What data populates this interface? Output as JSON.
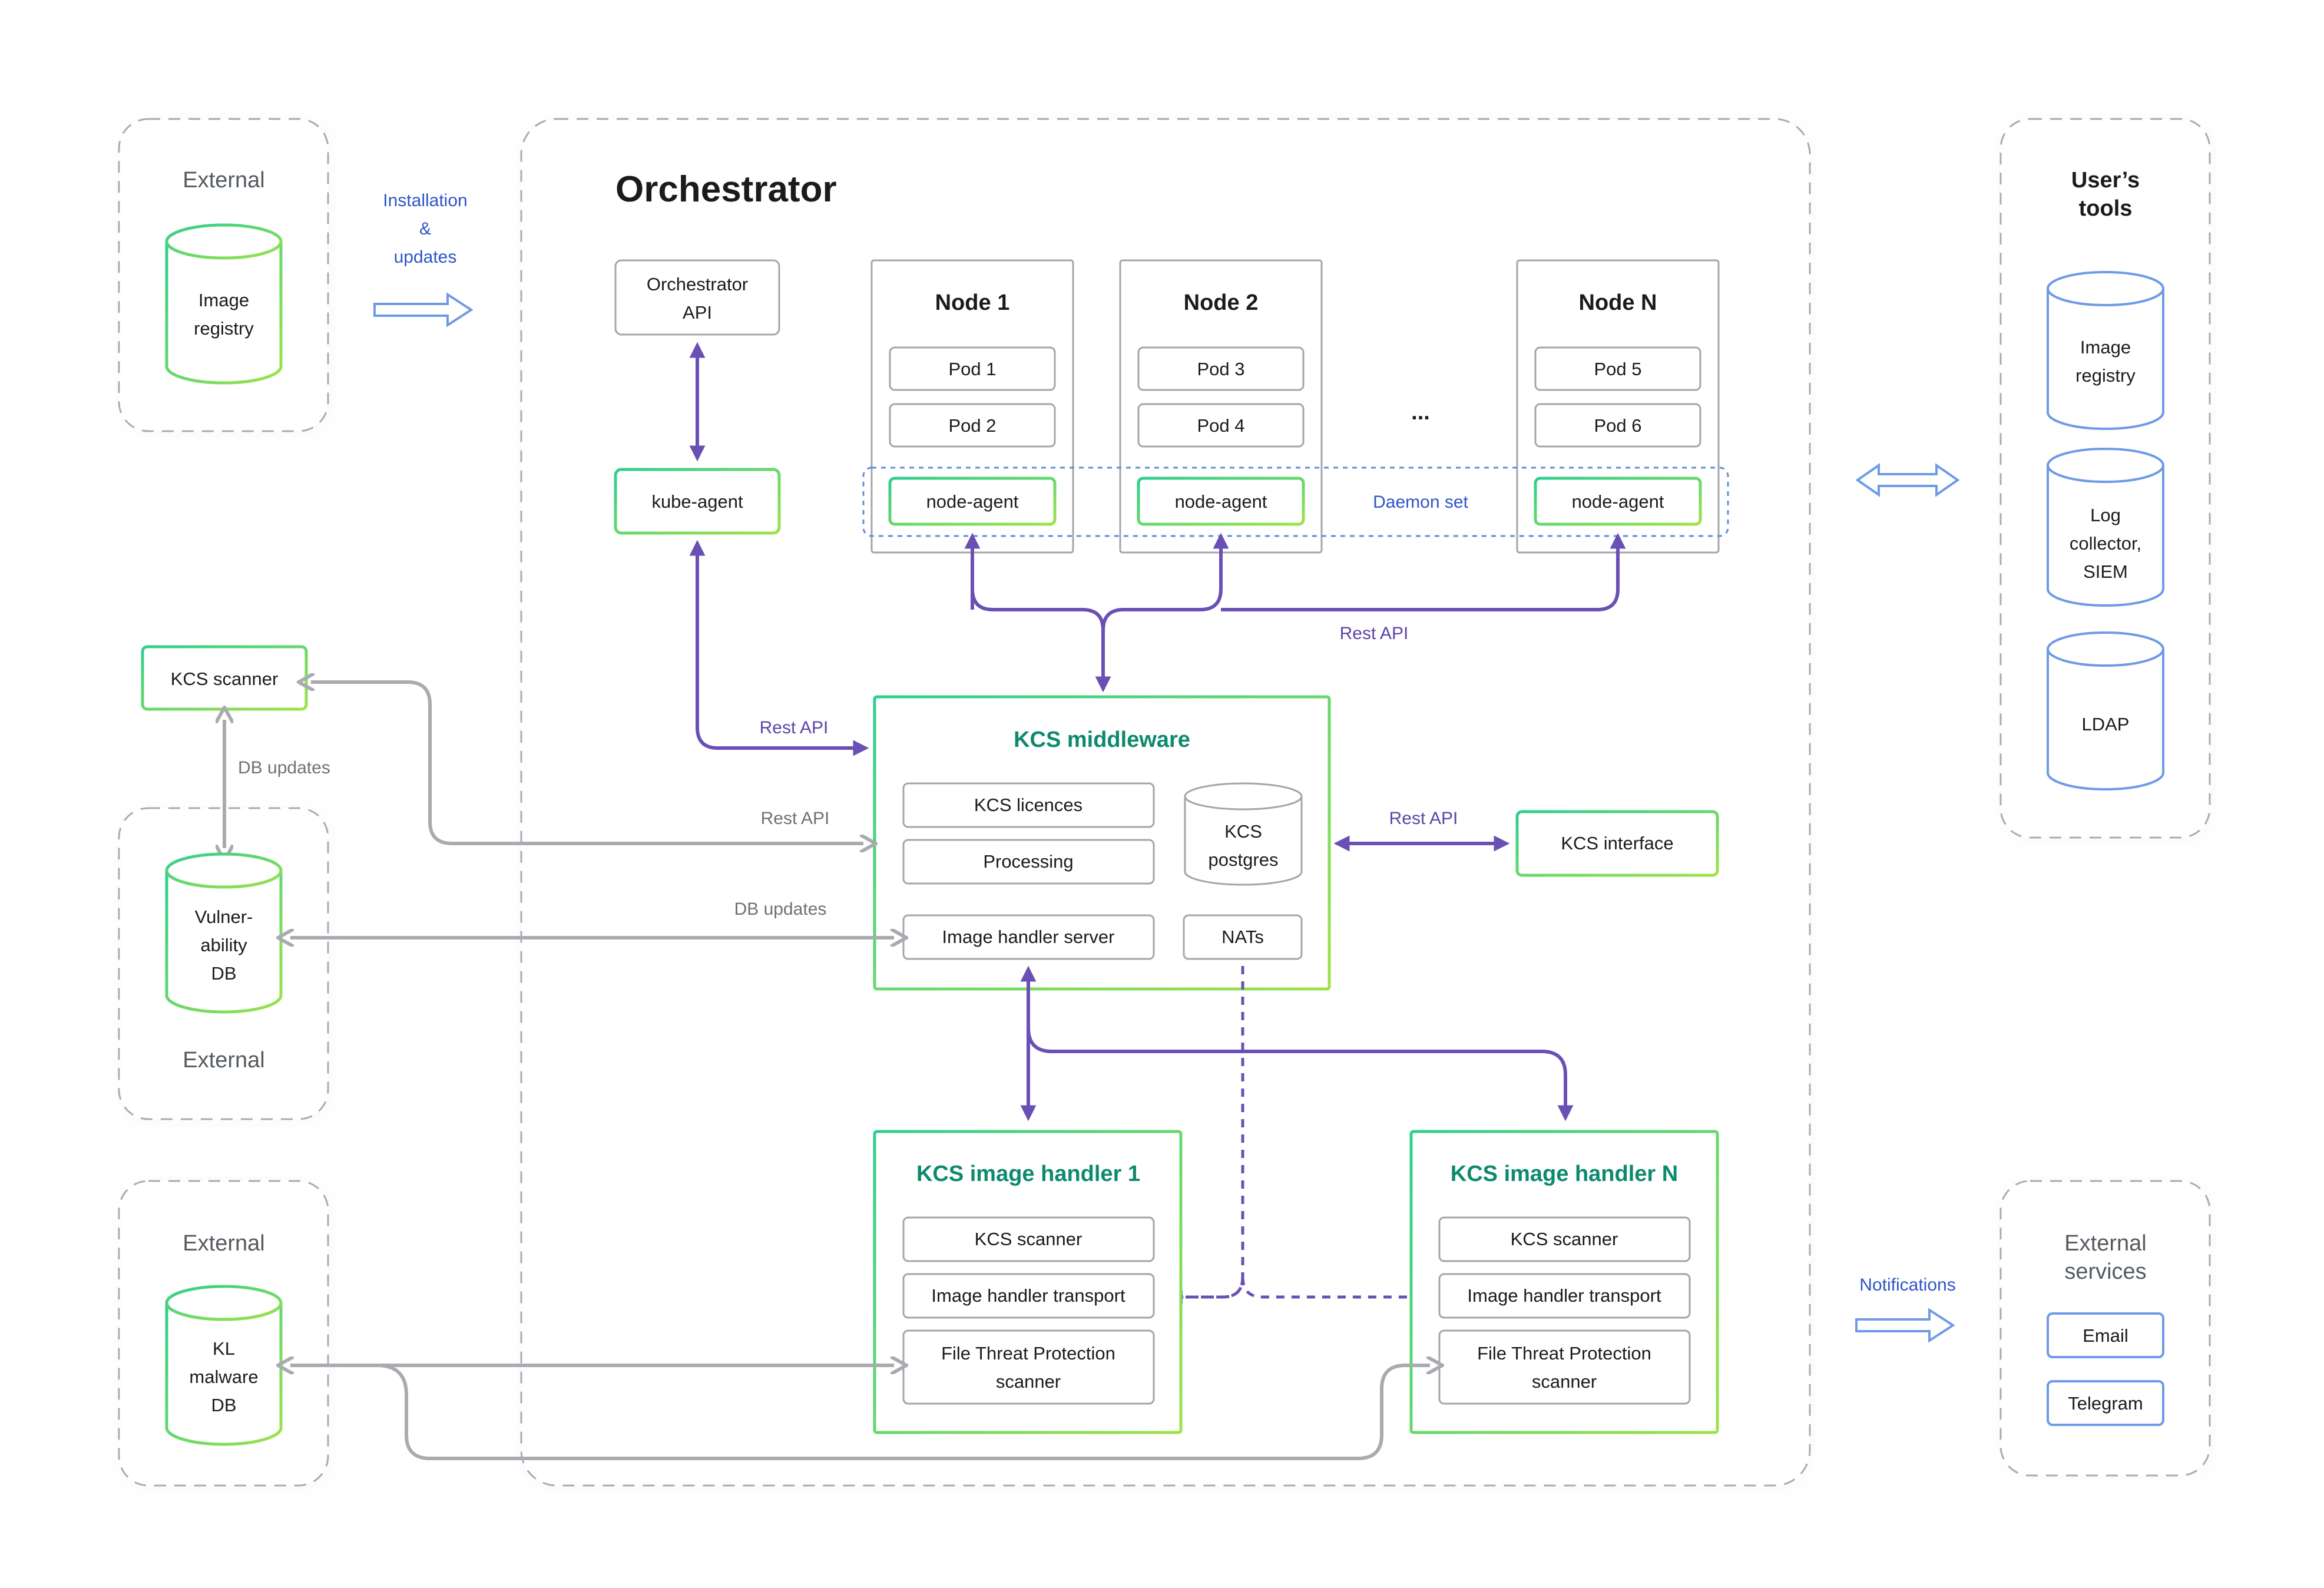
{
  "external_top": {
    "title": "External",
    "db": [
      "Image",
      "registry"
    ]
  },
  "external_mid": {
    "title": "External",
    "db": [
      "Vulner-",
      "ability",
      "DB"
    ]
  },
  "external_bottom": {
    "title": "External",
    "db": [
      "KL",
      "malware",
      "DB"
    ]
  },
  "installation_label": [
    "Installation",
    "&",
    "updates"
  ],
  "kcs_scanner_ext": "KCS scanner",
  "db_updates_left": "DB updates",
  "orchestrator": {
    "title": "Orchestrator",
    "api": [
      "Orchestrator",
      "API"
    ],
    "kube_agent": "kube-agent",
    "nodes": [
      {
        "title": "Node 1",
        "pods": [
          "Pod 1",
          "Pod 2"
        ],
        "agent": "node-agent"
      },
      {
        "title": "Node 2",
        "pods": [
          "Pod 3",
          "Pod 4"
        ],
        "agent": "node-agent"
      },
      {
        "title": "Node N",
        "pods": [
          "Pod 5",
          "Pod 6"
        ],
        "agent": "node-agent"
      }
    ],
    "ellipsis": "...",
    "daemon_set": "Daemon set",
    "rest_api_nodes": "Rest API",
    "rest_api_kube": "Rest API",
    "rest_api_scanner": "Rest API",
    "db_updates_mid": "DB updates",
    "rest_api_interface": "Rest API",
    "middleware": {
      "title": "KCS middleware",
      "licences": "KCS licences",
      "processing": "Processing",
      "postgres": [
        "KCS",
        "postgres"
      ],
      "image_handler_server": "Image handler server",
      "nats": "NATs"
    },
    "interface": "KCS interface",
    "handler1": {
      "title": "KCS image handler 1",
      "scanner": "KCS scanner",
      "transport": "Image handler transport",
      "ftp": [
        "File Threat Protection",
        "scanner"
      ]
    },
    "handlerN": {
      "title": "KCS image handler N",
      "scanner": "KCS scanner",
      "transport": "Image handler transport",
      "ftp": [
        "File Threat Protection",
        "scanner"
      ]
    }
  },
  "users_tools": {
    "title": [
      "User’s",
      "tools"
    ],
    "image_registry": [
      "Image",
      "registry"
    ],
    "log_collector": [
      "Log",
      "collector,",
      "SIEM"
    ],
    "ldap": "LDAP"
  },
  "notifications_label": "Notifications",
  "external_services": {
    "title": [
      "External",
      "services"
    ],
    "email": "Email",
    "telegram": "Telegram"
  },
  "colors": {
    "purple_arrow": "#6a4fb5",
    "gray_arrow": "#a8abaf",
    "green_title": "#0d8a6e",
    "blue_outline": "#6e9ae6"
  }
}
